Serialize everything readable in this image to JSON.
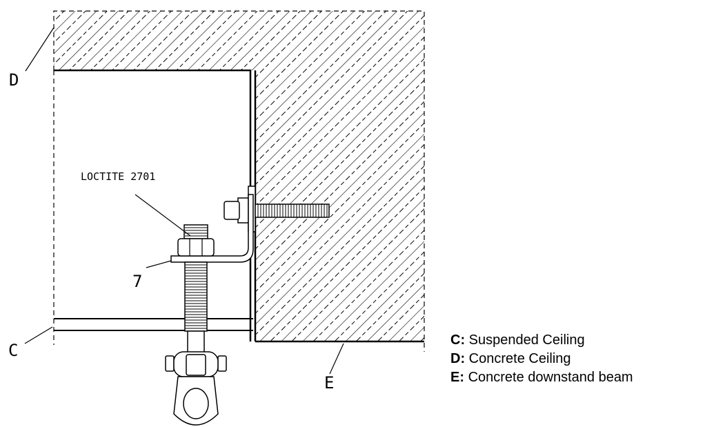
{
  "labels": {
    "d": "D",
    "c": "C",
    "e": "E",
    "part7": "7",
    "loctite": "LOCTITE 2701"
  },
  "legend": [
    {
      "key": "C:",
      "text": "Suspended Ceiling"
    },
    {
      "key": "D:",
      "text": "Concrete Ceiling"
    },
    {
      "key": "E:",
      "text": "Concrete downstand beam"
    }
  ],
  "colors": {
    "line": "#000000",
    "background": "#ffffff"
  }
}
